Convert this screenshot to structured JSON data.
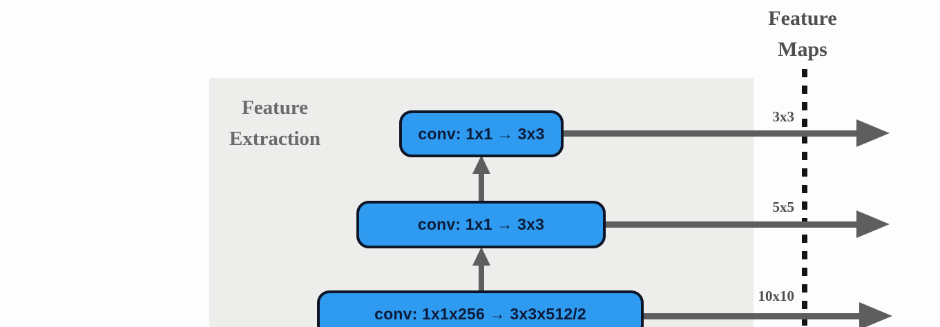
{
  "diagram": {
    "panel_title": "Feature\nExtraction",
    "maps_title": "Feature\nMaps",
    "blocks": [
      {
        "label": "conv: 1x1 → 3x3",
        "feature_map_size": "3x3"
      },
      {
        "label": "conv: 1x1 → 3x3",
        "feature_map_size": "5x5"
      },
      {
        "label": "conv: 1x1x256 → 3x3x512/2",
        "feature_map_size": "10x10"
      }
    ],
    "flow": "bottom-to-top through conv blocks; each block outputs a feature map to the right across the dashed boundary"
  },
  "colors": {
    "panel_bg": "#ededec",
    "block_fill": "#2e9af0",
    "block_border": "#0e1526",
    "block_text": "#0c1b38",
    "arrow_gray": "#5e5e5e",
    "label_gray": "#4f4f4f",
    "panel_title_gray": "#6b6b6b",
    "dash_color": "#141414"
  }
}
